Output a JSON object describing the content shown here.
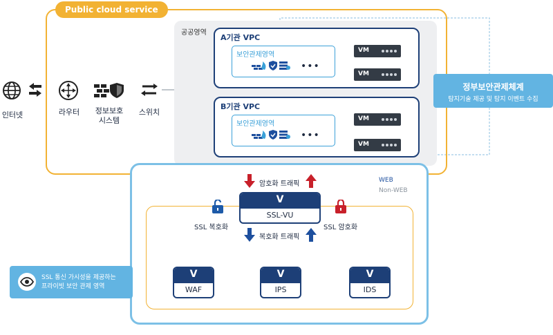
{
  "cloud": {
    "label": "Public cloud service"
  },
  "public_zone": {
    "label": "공공영역"
  },
  "vpc_a": {
    "title": "A기관 VPC",
    "zone_label": "보안관제영역",
    "vm1": "VM",
    "vm2": "VM",
    "more": "•••"
  },
  "vpc_b": {
    "title": "B기관 VPC",
    "zone_label": "보안관제영역",
    "vm1": "VM",
    "vm2": "VM",
    "more": "•••"
  },
  "gov": {
    "title": "정부보안관제체계",
    "subtitle": "탐지기술 제공 및 탐지 이벤트 수집"
  },
  "left_nodes": {
    "internet": "인터넷",
    "router": "라우터",
    "security_system_line1": "정보보호",
    "security_system_line2": "시스템",
    "switch": "스위치"
  },
  "ssl": {
    "encrypted_traffic": "암호화 트래픽",
    "decrypted_traffic": "복호화 트래픽",
    "ssl_decrypt": "SSL 복호화",
    "ssl_encrypt": "SSL 암호화",
    "device_name": "SSL-VU",
    "v_mark": "V"
  },
  "legend": {
    "web": "WEB",
    "non_web": "Non-WEB",
    "web_dash": "----",
    "non_web_dash": "----"
  },
  "devices": [
    {
      "name": "WAF",
      "mark": "V"
    },
    {
      "name": "IPS",
      "mark": "V"
    },
    {
      "name": "IDS",
      "mark": "V"
    }
  ],
  "info": {
    "line1": "SSL 통신 가시성을 제공하는",
    "line2": "프라이빗 보안 관제 영역"
  },
  "colors": {
    "orange": "#f2b233",
    "navy": "#1d3f77",
    "sky": "#62b4e2",
    "red_arrow": "#c8202a",
    "blue_arrow": "#1d4f9e",
    "lock_blue": "#1d5aa8",
    "lock_red": "#c8202a"
  }
}
